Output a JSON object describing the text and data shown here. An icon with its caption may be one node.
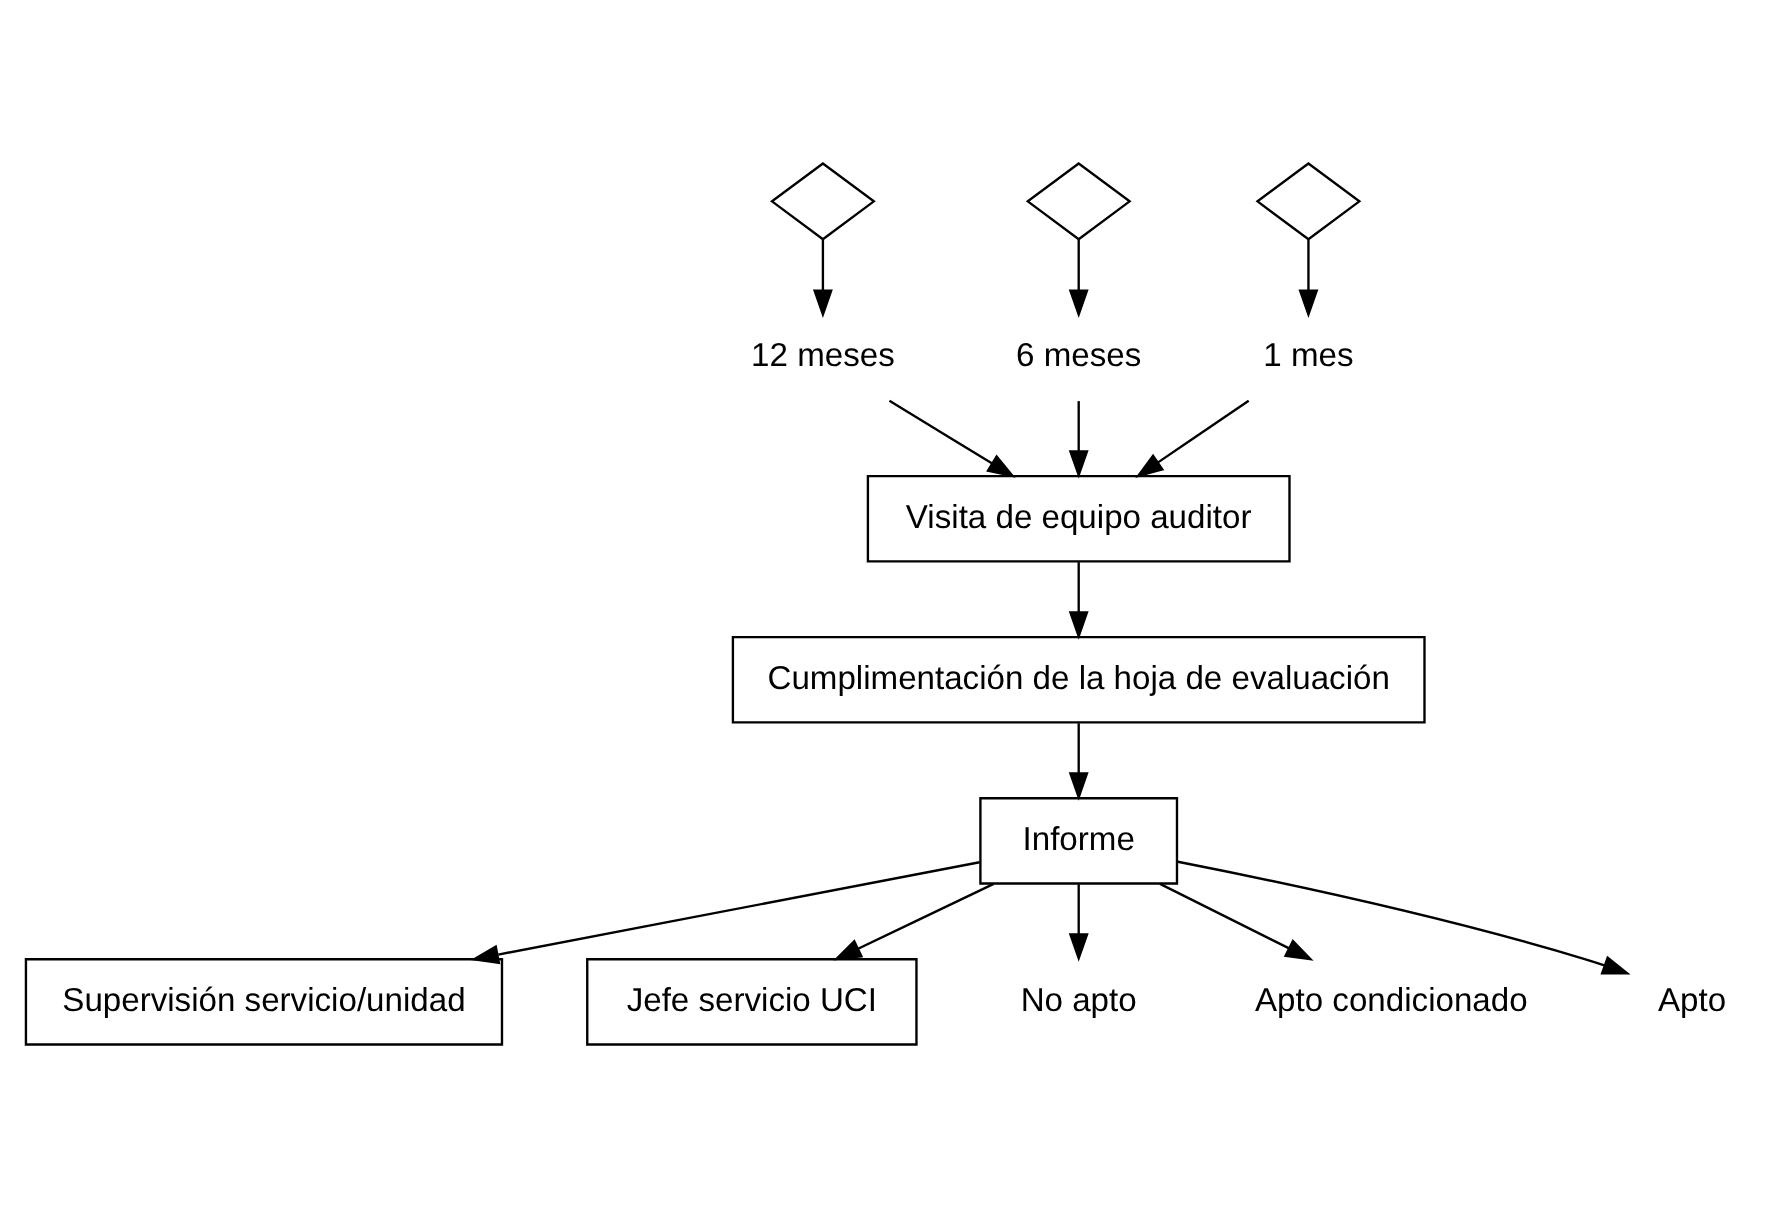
{
  "diagram": {
    "nodes": [
      {
        "text": [
          "Visita de equipo auditor"
        ]
      },
      {
        "text": [
          "Cumplimentación de la hoja de evaluación"
        ]
      },
      {
        "text": [
          "Informe"
        ]
      },
      {
        "text": [
          "Supervisión servicio/unidad"
        ]
      },
      {
        "text": [
          "Jefe servicio UCI"
        ]
      },
      {
        "text": [
          "12 meses"
        ]
      },
      {
        "text": [
          "6 meses"
        ]
      },
      {
        "text": [
          "1 mes"
        ]
      },
      {
        "text": [
          "No apto"
        ]
      },
      {
        "text": [
          "Apto condicionado"
        ]
      },
      {
        "text": [
          "Apto"
        ]
      },
      {
        "text": [],
        "shape": "diamond"
      },
      {
        "text": [],
        "shape": "diamond"
      },
      {
        "text": [],
        "shape": "diamond"
      }
    ],
    "edges": [
      {
        "from": 5,
        "to": 0,
        "arrow": "to"
      },
      {
        "from": 6,
        "to": 0,
        "arrow": "to"
      },
      {
        "from": 7,
        "to": 0,
        "arrow": "to"
      },
      {
        "from": 0,
        "to": 1,
        "arrow": "to"
      },
      {
        "from": 1,
        "to": 2,
        "arrow": "to"
      },
      {
        "from": 2,
        "to": 8,
        "arrow": "to"
      },
      {
        "from": 2,
        "to": 9,
        "arrow": "to"
      },
      {
        "from": 2,
        "to": 10,
        "arrow": "to"
      },
      {
        "from": 2,
        "to": 3,
        "arrow": "to"
      },
      {
        "from": 2,
        "to": 4,
        "arrow": "to"
      },
      {
        "from": 11,
        "to": 5,
        "arrow": "to"
      },
      {
        "from": 12,
        "to": 6,
        "arrow": "to"
      },
      {
        "from": 13,
        "to": 7,
        "arrow": "to"
      }
    ]
  }
}
